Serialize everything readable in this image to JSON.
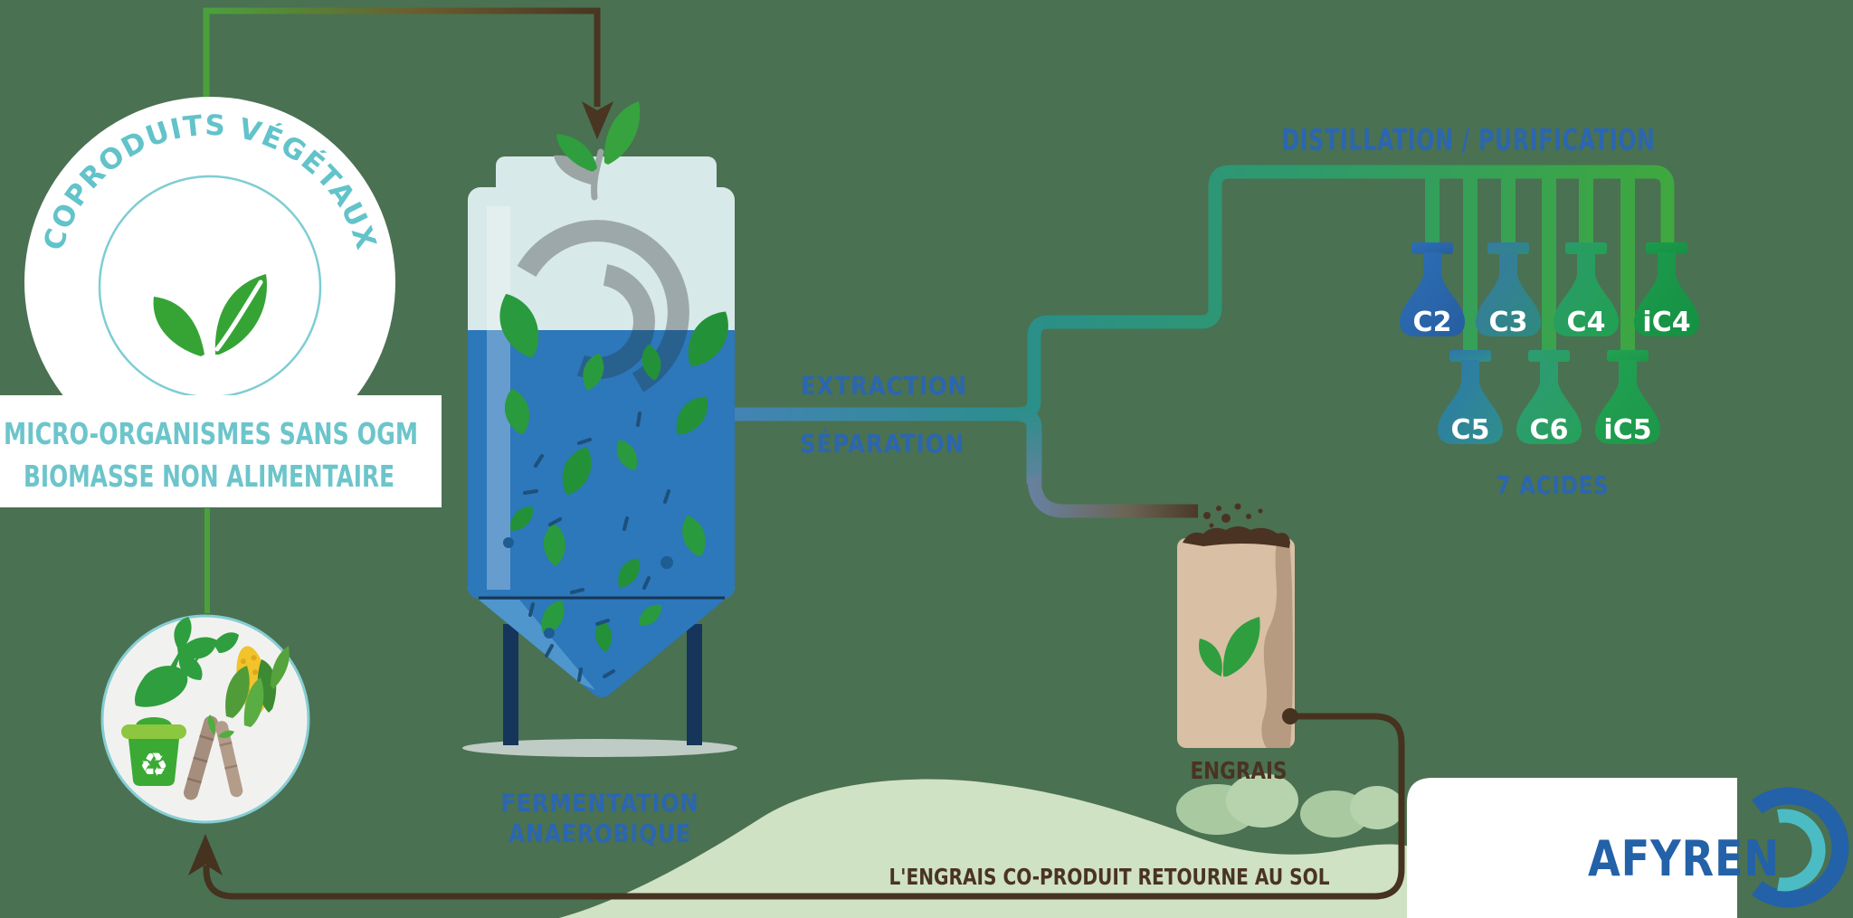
{
  "title": "AFYREN — procédé de fermentation (infographie)",
  "badge": {
    "curved_label": "COPRODUITS VÉGÉTAUX"
  },
  "info_box": {
    "line1": "MICRO-ORGANISMES SANS OGM",
    "line2": "BIOMASSE NON ALIMENTAIRE"
  },
  "fermenter": {
    "label_line1": "FERMENTATION",
    "label_line2": "ANAEROBIQUE"
  },
  "process_labels": {
    "extraction": "EXTRACTION",
    "separation": "SÉPARATION",
    "distillation": "DISTILLATION / PURIFICATION",
    "acids": "7 ACIDES"
  },
  "flasks": [
    {
      "label": "C2",
      "color_top": "#2e6fb7",
      "color_bottom": "#265e9f"
    },
    {
      "label": "C3",
      "color_top": "#3779a4",
      "color_bottom": "#2e8b7d"
    },
    {
      "label": "C4",
      "color_top": "#2c9a6b",
      "color_bottom": "#21a152"
    },
    {
      "label": "iC4",
      "color_top": "#1d9b4d",
      "color_bottom": "#149042"
    },
    {
      "label": "C5",
      "color_top": "#2e77ad",
      "color_bottom": "#2f8f89"
    },
    {
      "label": "C6",
      "color_top": "#2f9a78",
      "color_bottom": "#26a15a"
    },
    {
      "label": "iC5",
      "color_top": "#23a254",
      "color_bottom": "#1b9747"
    }
  ],
  "fertilizer": {
    "bag_label": "ENGRAIS",
    "footer": "L'ENGRAIS CO-PRODUIT RETOURNE AU SOL"
  },
  "brand": {
    "name": "AFYREN"
  },
  "colors": {
    "background": "#4a7152",
    "badge_text": "#62c3ca",
    "info_text": "#6cc5cb",
    "heading_blue": "#2b66b0",
    "white": "#ffffff",
    "feed_green": "#4aa13c",
    "feed_brown": "#493522",
    "return_brown": "#45321f",
    "pipe_blue": "#4383b4",
    "pipe_teal": "#2a8f8a",
    "pipe_green": "#3fa83e",
    "pipe_slate": "#68809e",
    "pipe_brown": "#493625",
    "tank_shell": "#d8e9e9",
    "tank_liquid": "#2d77bb",
    "tank_navy": "#16355a",
    "agitator_gray": "#9da8aa",
    "agitator_blue": "#28608e",
    "leaf_green": "#35a435",
    "leaf_gray": "#9aa5a4",
    "mound_green": "#cfe2c3",
    "bush_green": "#a9c9a1",
    "bag_tan": "#d9c0a4",
    "bag_shade": "#b69b80",
    "soil_brown": "#4a3322",
    "brand_blue": "#2361a8",
    "brand_teal": "#4cbcc4",
    "circle_fill": "#f1f2ef",
    "circle_stroke": "#86cdd4",
    "bin_green": "#3aaa35",
    "lid_green": "#8dc63f",
    "cane_tan": "#a58e7d",
    "corn_yellow": "#f2c32a"
  }
}
